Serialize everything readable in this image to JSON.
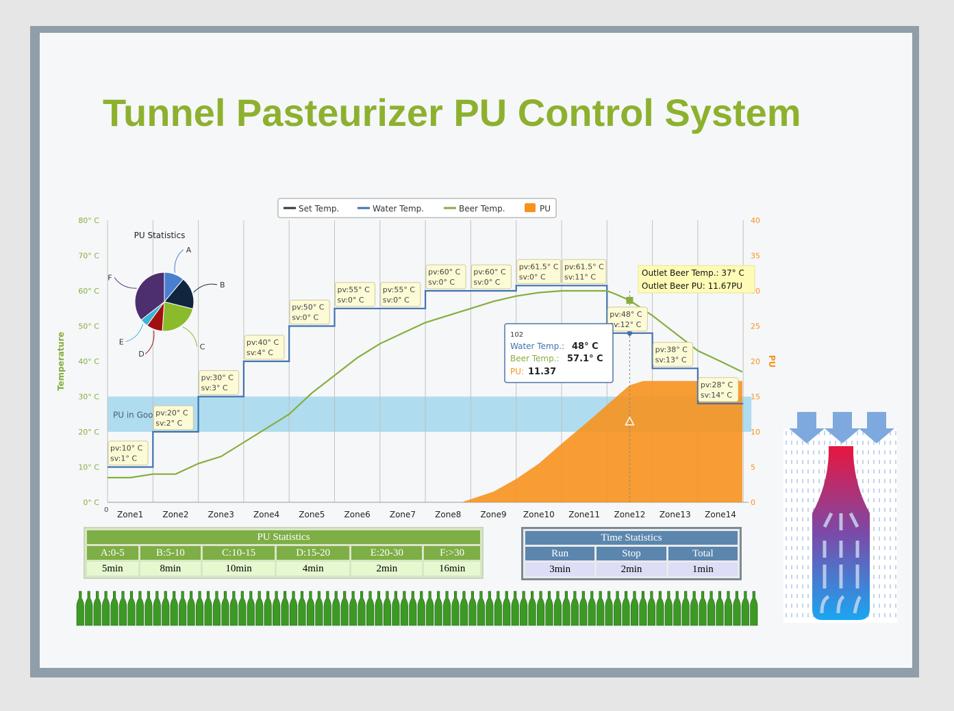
{
  "title": "Tunnel Pasteurizer PU Control System",
  "colors": {
    "set_temp": "#333333",
    "water_temp": "#3f72ad",
    "beer_temp": "#86ad3e",
    "pu": "#f7921e",
    "pu_good_band": "#b0dcef",
    "title": "#8db12f"
  },
  "chart_data": [
    {
      "type": "line",
      "legend": [
        "Set Temp.",
        "Water Temp.",
        "Beer Temp.",
        "PU"
      ],
      "legend_placement": "top-center",
      "categories": [
        "Zone1",
        "Zone2",
        "Zone3",
        "Zone4",
        "Zone5",
        "Zone6",
        "Zone7",
        "Zone8",
        "Zone9",
        "Zone10",
        "Zone11",
        "Zone12",
        "Zone13",
        "Zone14"
      ],
      "ylabel": "Temperature",
      "y2label": "PU",
      "ylim": [
        0,
        80
      ],
      "y2lim": [
        0,
        40
      ],
      "yticks": [
        "0° C",
        "10° C",
        "20° C",
        "30° C",
        "40° C",
        "50° C",
        "60° C",
        "70° C",
        "80° C"
      ],
      "y2ticks": [
        "0",
        "5",
        "10",
        "15",
        "20",
        "25",
        "30",
        "35",
        "40"
      ],
      "x_start_label": "0",
      "band": {
        "label": "PU in Goo",
        "from": 20,
        "to": 30
      },
      "series": [
        {
          "name": "Water Temp.",
          "type": "step",
          "axis": "left",
          "values": [
            10,
            20,
            30,
            40,
            50,
            55,
            55,
            60,
            60,
            61.5,
            61.5,
            48,
            38,
            28
          ]
        },
        {
          "name": "Beer Temp.",
          "type": "line",
          "axis": "left",
          "x": [
            0,
            0.5,
            1.0,
            1.5,
            2.0,
            2.5,
            3.0,
            3.5,
            4.0,
            4.5,
            5.0,
            5.5,
            6.0,
            6.5,
            7.0,
            7.5,
            8.0,
            8.5,
            9.0,
            9.5,
            10.0,
            10.5,
            11.0,
            11.2,
            11.5,
            12.0,
            12.5,
            13.0,
            13.5,
            13.98
          ],
          "values": [
            7,
            7,
            8,
            8,
            11,
            13,
            17,
            21,
            25,
            31,
            36,
            41,
            45,
            48,
            51,
            53,
            55,
            57,
            58.5,
            59.5,
            60,
            60,
            60,
            59,
            57.3,
            53,
            48,
            43,
            40,
            37
          ]
        },
        {
          "name": "PU",
          "type": "area",
          "axis": "right",
          "x": [
            0,
            7.8,
            8.5,
            9.0,
            9.5,
            10.0,
            10.5,
            11.0,
            11.3,
            11.5,
            11.8,
            12.0,
            13.98
          ],
          "values": [
            0,
            0,
            1.5,
            3.3,
            5.5,
            8.3,
            11,
            13.8,
            15.5,
            16.6,
            17.2,
            17.2,
            17.2
          ]
        }
      ],
      "zone_labels": [
        {
          "zone": "Zone1",
          "pv": "pv:10° C",
          "sv": "sv:1° C"
        },
        {
          "zone": "Zone2",
          "pv": "pv:20° C",
          "sv": "sv:2° C"
        },
        {
          "zone": "Zone3",
          "pv": "pv:30° C",
          "sv": "sv:3° C"
        },
        {
          "zone": "Zone4",
          "pv": "pv:40° C",
          "sv": "sv:4° C"
        },
        {
          "zone": "Zone5",
          "pv": "pv:50° C",
          "sv": "sv:0° C"
        },
        {
          "zone": "Zone6",
          "pv": "pv:55° C",
          "sv": "sv:0° C"
        },
        {
          "zone": "Zone7",
          "pv": "pv:55° C",
          "sv": "sv:0° C"
        },
        {
          "zone": "Zone8",
          "pv": "pv:60° C",
          "sv": "sv:0° C"
        },
        {
          "zone": "Zone9",
          "pv": "pv:60° C",
          "sv": "sv:0° C"
        },
        {
          "zone": "Zone10",
          "pv": "pv:61.5° C",
          "sv": "sv:0° C"
        },
        {
          "zone": "Zone11",
          "pv": "pv:61.5° C",
          "sv": "sv:11° C"
        },
        {
          "zone": "Zone12",
          "pv": "pv:48° C",
          "sv": "sv:12° C"
        },
        {
          "zone": "Zone13",
          "pv": "pv:38° C",
          "sv": "sv:13° C"
        },
        {
          "zone": "Zone14",
          "pv": "pv:28° C",
          "sv": "sv:14° C"
        }
      ],
      "outlet_box": {
        "line1": "Outlet Beer Temp.: 37° C",
        "line2": "Outlet Beer PU: 11.67PU"
      },
      "tooltip": {
        "header": "102",
        "water_label": "Water Temp.:",
        "water_value": "48° C",
        "beer_label": "Beer Temp.:",
        "beer_value": "57.1° C",
        "pu_label": "PU:",
        "pu_value": "11.37"
      }
    },
    {
      "type": "pie",
      "title": "PU Statistics",
      "categories": [
        "A",
        "B",
        "C",
        "D",
        "E",
        "F"
      ],
      "values": [
        5,
        8,
        10,
        4,
        2,
        16
      ],
      "colors": [
        "#4a7ecf",
        "#10263f",
        "#8bbb2c",
        "#a11010",
        "#3cb4d6",
        "#4d2e6f"
      ]
    }
  ],
  "pu_statistics": {
    "title": "PU Statistics",
    "headers": [
      "A:0-5",
      "B:5-10",
      "C:10-15",
      "D:15-20",
      "E:20-30",
      "F:>30"
    ],
    "values": [
      "5min",
      "8min",
      "10min",
      "4min",
      "2min",
      "16min"
    ]
  },
  "time_statistics": {
    "title": "Time Statistics",
    "headers": [
      "Run",
      "Stop",
      "Total"
    ],
    "values": [
      "3min",
      "2min",
      "1min"
    ]
  },
  "bottle_row_count": 80
}
